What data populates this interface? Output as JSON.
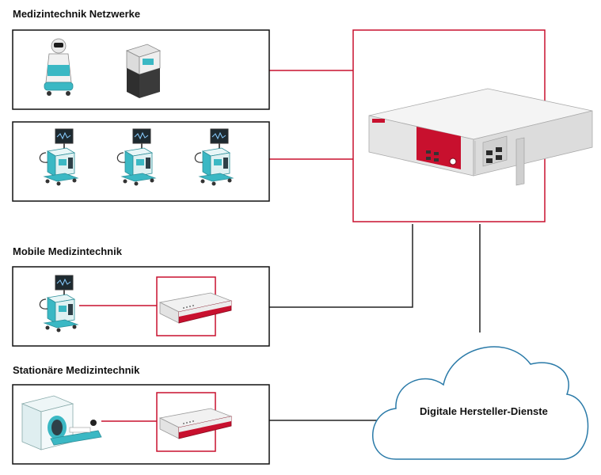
{
  "headings": {
    "networks": "Medizintechnik Netzwerke",
    "mobile": "Mobile Medizintechnik",
    "stationary": "Stationäre Medizintechnik"
  },
  "cloud": {
    "label": "Digitale Hersteller-Dienste"
  },
  "colors": {
    "accent": "#c8102e",
    "line_dark": "#222222",
    "cloud_stroke": "#2a7aa8",
    "device_teal": "#3bb8c4",
    "box_border": "#111111"
  }
}
